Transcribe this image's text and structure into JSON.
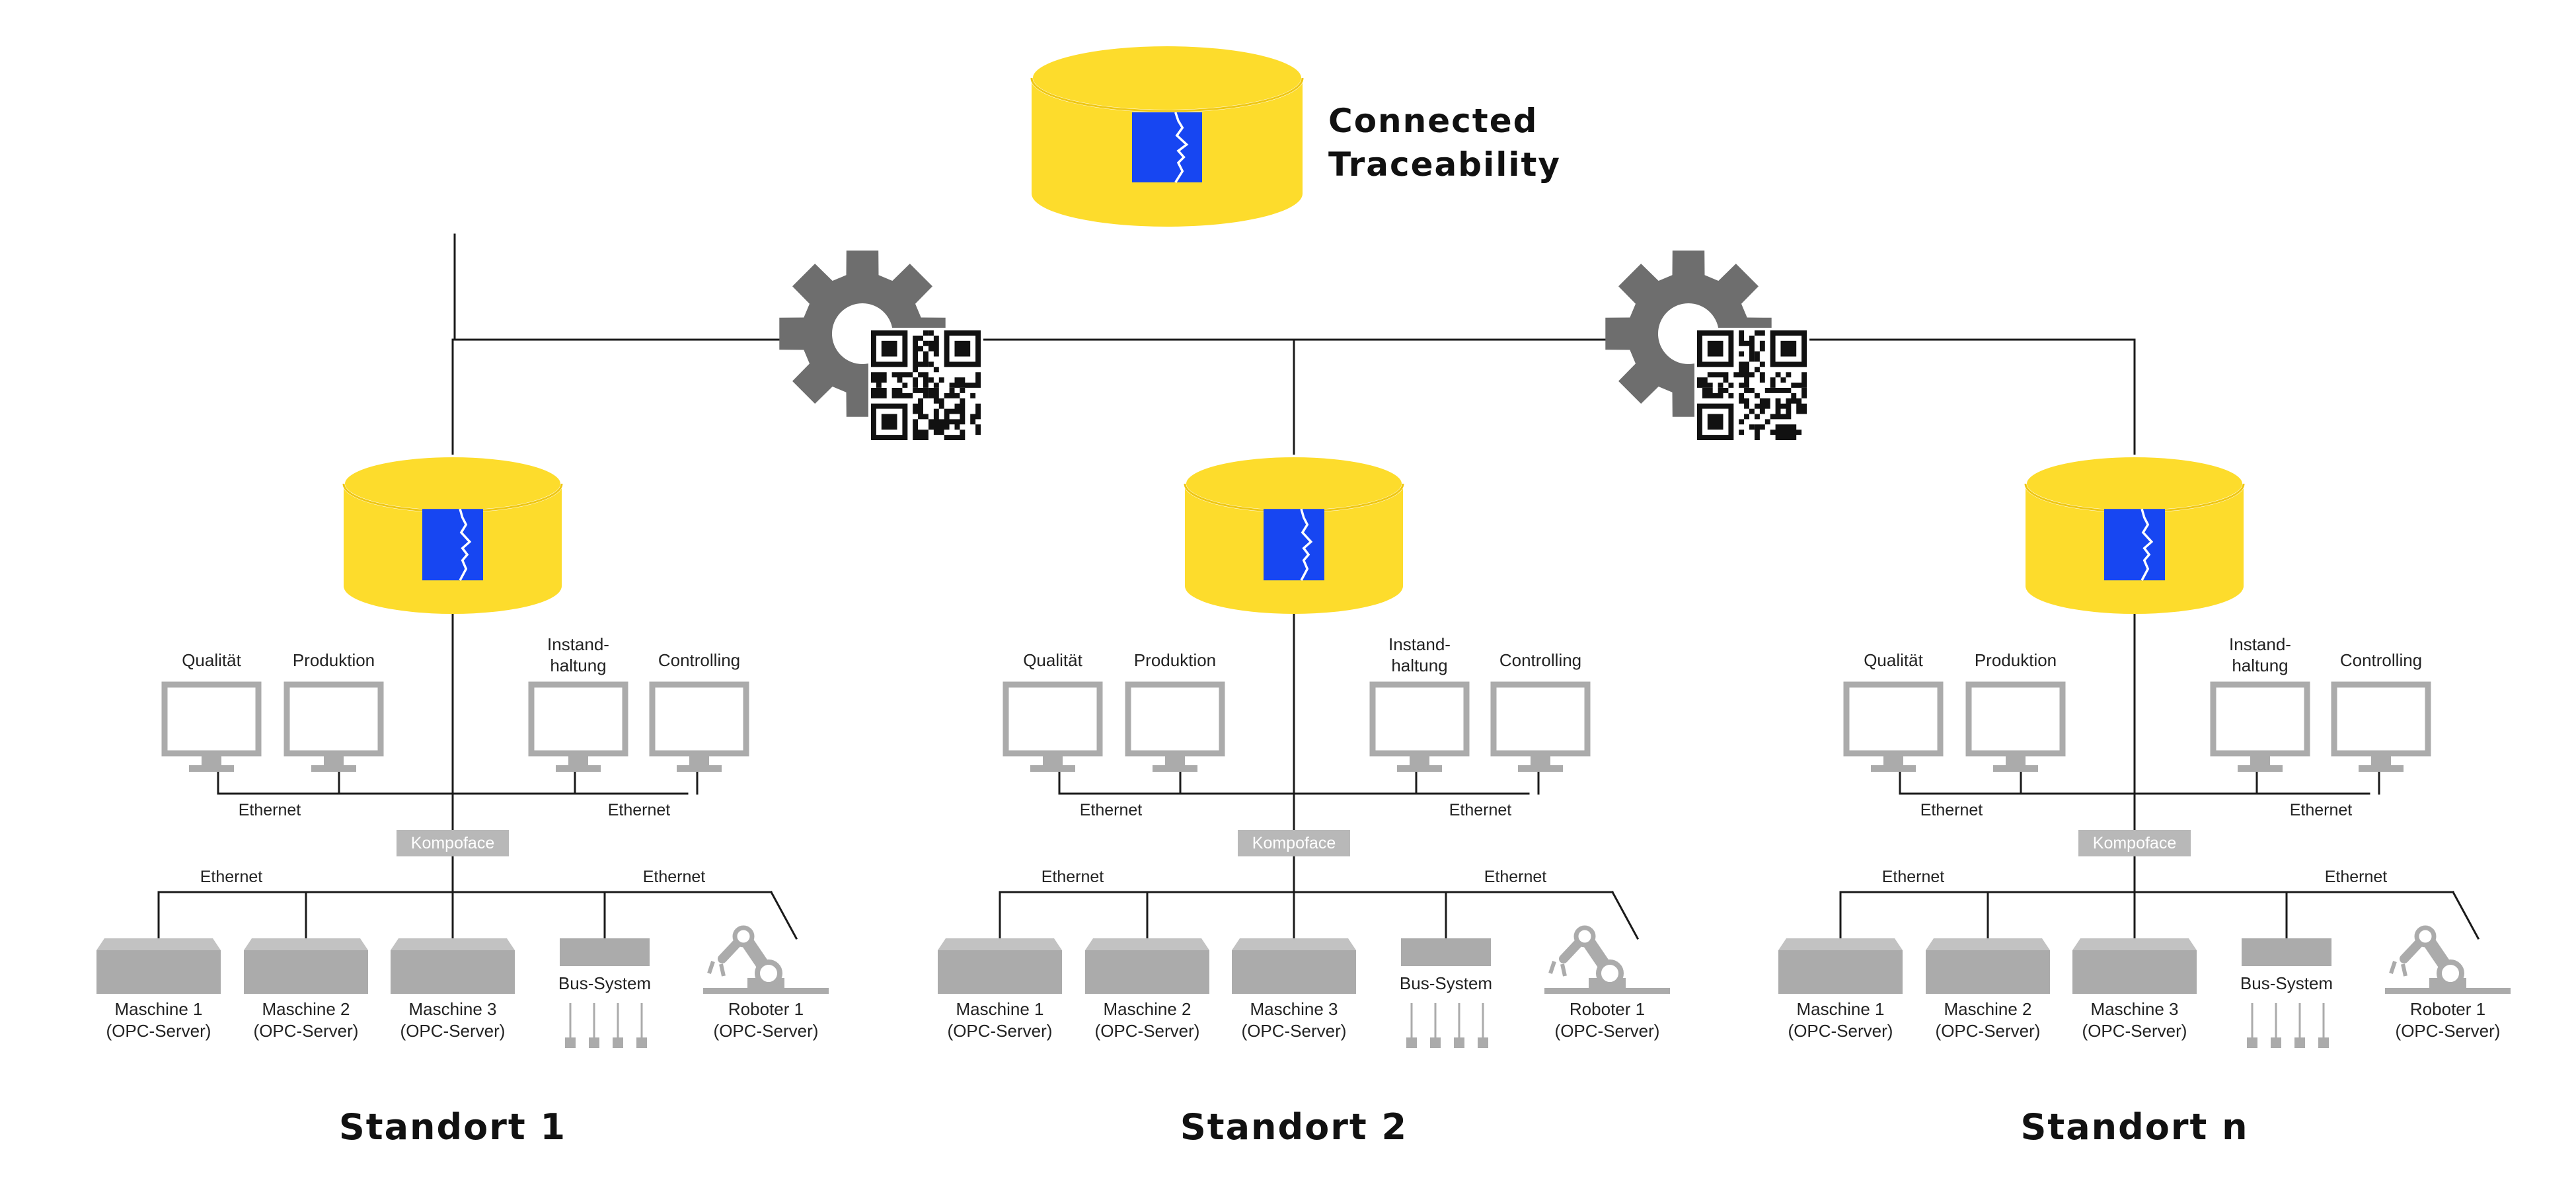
{
  "title_lines": [
    "Connected",
    "Traceability"
  ],
  "colors": {
    "db_yellow": "#FDDC2C",
    "db_rim": "#EFC712",
    "logo_blue": "#1746F2",
    "equipment_gray": "#ABABAB",
    "gear_gray": "#6E6E6E",
    "line": "#1A1A1A"
  },
  "icons": [
    "database-icon",
    "gear-icon",
    "qr-code-icon",
    "monitor-icon",
    "machine-icon",
    "bus-system-icon",
    "robot-arm-icon"
  ],
  "sites": [
    {
      "name": "Standort 1",
      "departments": [
        "Qualität",
        "Produktion",
        [
          "Instand-",
          "haltung"
        ],
        "Controlling"
      ],
      "ethernet_top": [
        "Ethernet",
        "Ethernet"
      ],
      "gateway": "Kompoface",
      "ethernet_bottom": [
        "Ethernet",
        "Ethernet"
      ],
      "machines": [
        [
          "Maschine 1",
          "(OPC-Server)"
        ],
        [
          "Maschine 2",
          "(OPC-Server)"
        ],
        [
          "Maschine 3",
          "(OPC-Server)"
        ]
      ],
      "bus": "Bus-System",
      "robot": [
        "Roboter 1",
        "(OPC-Server)"
      ]
    },
    {
      "name": "Standort 2",
      "departments": [
        "Qualität",
        "Produktion",
        [
          "Instand-",
          "haltung"
        ],
        "Controlling"
      ],
      "ethernet_top": [
        "Ethernet",
        "Ethernet"
      ],
      "gateway": "Kompoface",
      "ethernet_bottom": [
        "Ethernet",
        "Ethernet"
      ],
      "machines": [
        [
          "Maschine 1",
          "(OPC-Server)"
        ],
        [
          "Maschine 2",
          "(OPC-Server)"
        ],
        [
          "Maschine 3",
          "(OPC-Server)"
        ]
      ],
      "bus": "Bus-System",
      "robot": [
        "Roboter 1",
        "(OPC-Server)"
      ]
    },
    {
      "name": "Standort n",
      "departments": [
        "Qualität",
        "Produktion",
        [
          "Instand-",
          "haltung"
        ],
        "Controlling"
      ],
      "ethernet_top": [
        "Ethernet",
        "Ethernet"
      ],
      "gateway": "Kompoface",
      "ethernet_bottom": [
        "Ethernet",
        "Ethernet"
      ],
      "machines": [
        [
          "Maschine 1",
          "(OPC-Server)"
        ],
        [
          "Maschine 2",
          "(OPC-Server)"
        ],
        [
          "Maschine 3",
          "(OPC-Server)"
        ]
      ],
      "bus": "Bus-System",
      "robot": [
        "Roboter 1",
        "(OPC-Server)"
      ]
    }
  ]
}
